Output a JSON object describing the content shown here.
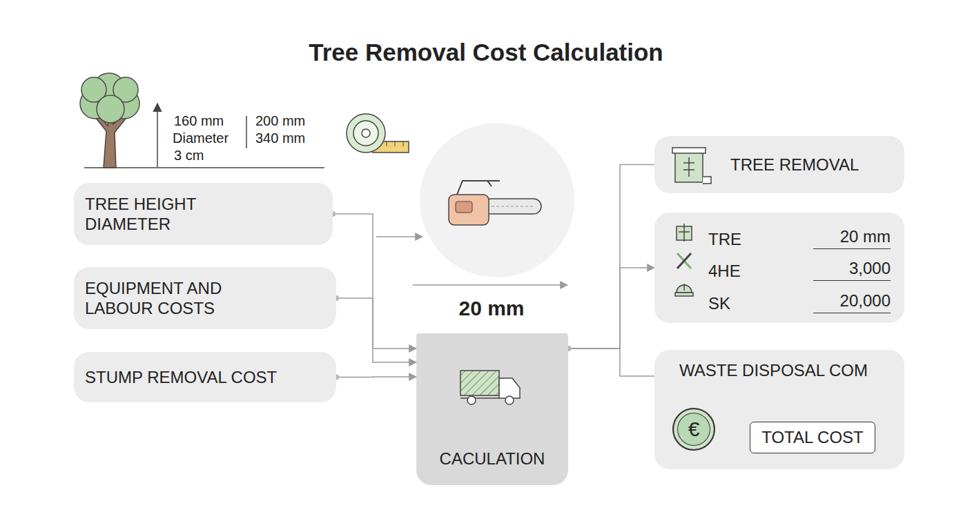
{
  "diagram": {
    "title": "Tree Removal Cost Calculation",
    "nodes": [
      {
        "text": [
          "TREE HEIGHT DIAMETER"
        ]
      },
      {
        "text": [
          "EQUIPMENT AND LABOUR COSTS"
        ]
      },
      {
        "text": [
          "STUMP REMOVAL COST"
        ]
      },
      {
        "text": [
          "CACULATION"
        ]
      },
      {
        "text": [
          "TREE REMOVAL"
        ]
      },
      {
        "text": [
          "TRE",
          "20 mm",
          "4HE",
          "3,000",
          "SK",
          "20,000"
        ]
      },
      {
        "text": [
          "WASTE DISPOSAL COM"
        ]
      },
      {
        "text": [
          "€"
        ],
        "in": 6
      },
      {
        "text": [
          "TOTAL COST"
        ],
        "in": 6
      }
    ],
    "edges": [
      {
        "from": 0,
        "to": 3,
        "arrow": "to"
      },
      {
        "from": 1,
        "to": 3,
        "arrow": "to"
      },
      {
        "from": 2,
        "to": 3,
        "arrow": "to"
      },
      {
        "from": 3,
        "to": 4,
        "arrow": "none"
      },
      {
        "from": 3,
        "to": 5,
        "arrow": "to"
      },
      {
        "from": 3,
        "to": 6,
        "arrow": "none"
      }
    ],
    "labels": [
      "160 mm",
      "Diameter",
      "3 cm",
      "200 mm",
      "340 mm",
      "20 mm"
    ]
  }
}
